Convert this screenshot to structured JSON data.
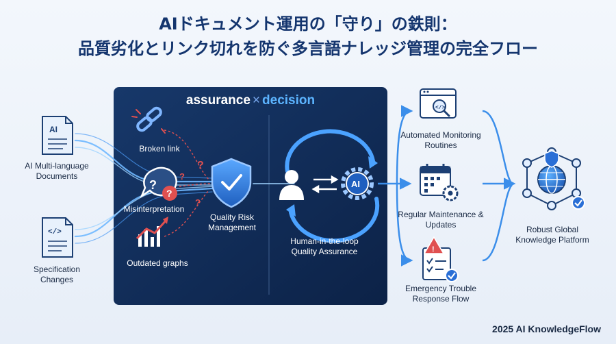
{
  "title": {
    "line1": "AIドキュメント運用の「守り」の鉄則：",
    "line2": "品質劣化とリンク切れを防ぐ多言語ナレッジ管理の完全フロー"
  },
  "panel": {
    "assurance": "assurance",
    "times": "×",
    "decision": "decision"
  },
  "inputs": {
    "ai_doc_label": "AI Multi-language Documents",
    "ai_doc_icon_text": "AI",
    "spec_label": "Specification Changes",
    "spec_icon_text": "</>"
  },
  "risks": {
    "broken": "Broken link",
    "misinterpretation": "Misinterpretation",
    "outdated": "Outdated graphs"
  },
  "quality": {
    "label": "Quality Risk Management"
  },
  "hitl": {
    "label": "Human-in-the-loop Quality Assurance",
    "ai_text": "AI"
  },
  "routines": {
    "monitoring": "Automated Monitoring Routines",
    "maintenance": "Regular Maintenance & Updates",
    "emergency": "Emergency Trouble Response Flow"
  },
  "platform": {
    "label": "Robust Global Knowledge Platform"
  },
  "footer": "2025 AI KnowledgeFlow",
  "colors": {
    "title": "#14356e",
    "panel": "#10294f",
    "accent": "#3b8eea",
    "warning": "#e05050"
  }
}
